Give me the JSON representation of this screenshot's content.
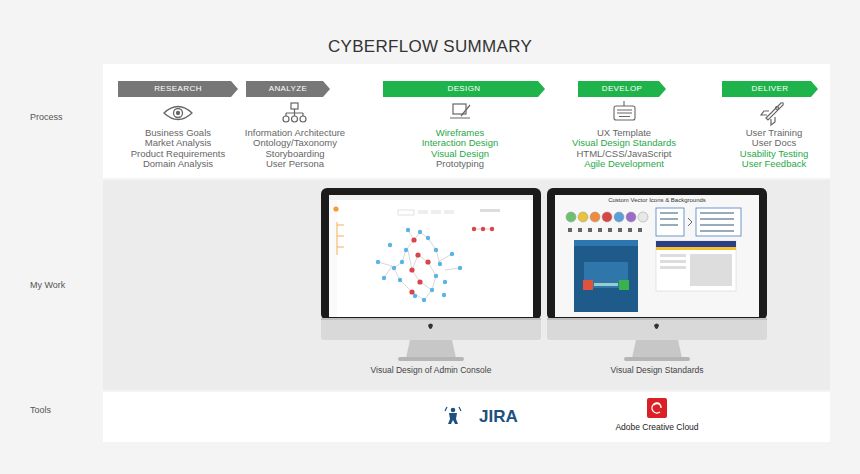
{
  "diagram": {
    "title": "CYBERFLOW SUMMARY",
    "nodes": [
      {
        "text": [
          "RESEARCH"
        ]
      },
      {
        "text": [
          "ANALYZE"
        ]
      },
      {
        "text": [
          "DESIGN"
        ]
      },
      {
        "text": [
          "DEVELOP"
        ]
      },
      {
        "text": [
          "DELIVER"
        ]
      }
    ],
    "labels": [
      "Process",
      "My Work",
      "Tools",
      "Business Goals",
      "Market Analysis",
      "Product Requirements",
      "Domain Analysis",
      "Information Architecture",
      "Ontology/Taxonomy",
      "Storyboarding",
      "User Persona",
      "Wireframes",
      "Interaction Design",
      "Visual Design",
      "Prototyping",
      "UX Template",
      "Visual Design Standards",
      "HTML/CSS/JavaScript",
      "Agile Development",
      "User Training",
      "User Docs",
      "Usability Testing",
      "User Feedback",
      "Custom Vector Icons & Backgrounds",
      "Visual Design of Admin Console",
      "Visual Design Standards",
      "JIRA",
      "Adobe Creative Cloud"
    ]
  }
}
